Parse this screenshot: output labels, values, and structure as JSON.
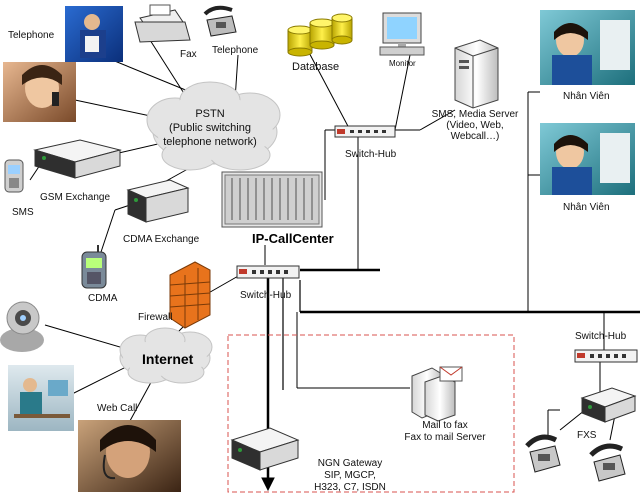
{
  "labels": {
    "telephone_top": "Telephone",
    "fax": "Fax",
    "telephone_fax": "Telephone",
    "pstn_1": "PSTN",
    "pstn_2": "(Public switching",
    "pstn_3": "telephone network)",
    "gsm": "GSM Exchange",
    "sms": "SMS",
    "cdma_exchange": "CDMA Exchange",
    "cdma": "CDMA",
    "database": "Database",
    "monitor": "Monitor",
    "media_server_1": "SMS, Media Server",
    "media_server_2": "(Video, Web,",
    "media_server_3": "Webcall…)",
    "switch_hub_top": "Switch-Hub",
    "ip_callcenter": "IP-CallCenter",
    "switch_hub_main": "Switch-Hub",
    "firewall": "Firewall",
    "internet": "Internet",
    "web_call": "Web Call",
    "nhan_vien_1": "Nhân Viên",
    "nhan_vien_2": "Nhân Viên",
    "switch_hub_right": "Switch-Hub",
    "fxs": "FXS",
    "mail_fax_1": "Mail to fax",
    "mail_fax_2": "Fax to mail Server",
    "ngn_1": "NGN Gateway",
    "ngn_2": "SIP, MGCP,",
    "ngn_3": "H323, C7, ISDN"
  },
  "colors": {
    "line": "#000000",
    "cloud": "#e6e6e6",
    "dashed_border": "#d9534f",
    "device": "#f4f4f4",
    "device_dark": "#3a3a3a",
    "accent_green": "#2e9a3a",
    "firewall": "#e8731c",
    "db_yellow": "#e8d000",
    "screen_blue": "#8fd3ff"
  }
}
